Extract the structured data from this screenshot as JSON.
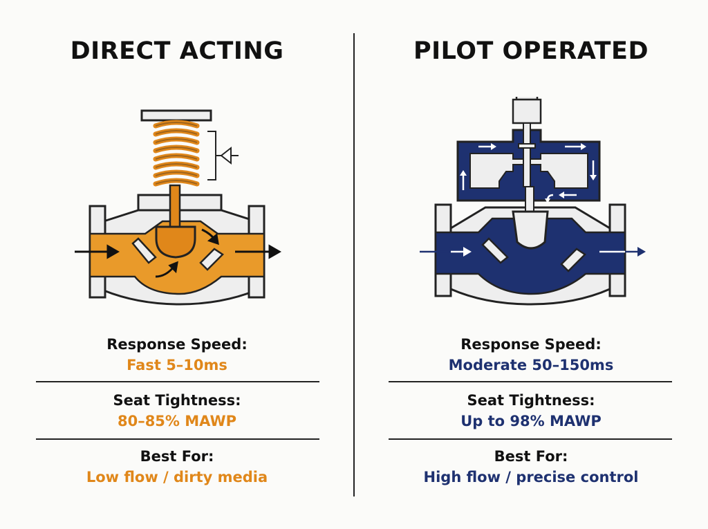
{
  "left": {
    "title": "DIRECT ACTING",
    "specs": [
      {
        "label": "Response Speed:",
        "value": "Fast 5–10ms"
      },
      {
        "label": "Seat Tightness:",
        "value": "80–85% MAWP"
      },
      {
        "label": "Best For:",
        "value": "Low flow / dirty media"
      }
    ],
    "accent": "#e0871a"
  },
  "right": {
    "title": "PILOT OPERATED",
    "specs": [
      {
        "label": "Response Speed:",
        "value": "Moderate 50–150ms"
      },
      {
        "label": "Seat Tightness:",
        "value": "Up to 98% MAWP"
      },
      {
        "label": "Best For:",
        "value": "High flow / precise control"
      }
    ],
    "accent": "#1e3170"
  }
}
